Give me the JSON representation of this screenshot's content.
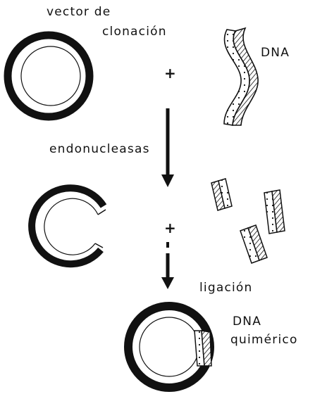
{
  "labels": {
    "vector_line1": "vector de",
    "vector_line2": "clonación",
    "dna_top": "DNA",
    "endonucleasas": "endonucleasas",
    "ligacion": "ligación",
    "dna_bottom_line1": "DNA",
    "dna_bottom_line2": "quimérico"
  },
  "symbols": {
    "plus_top": "+",
    "plus_middle": "+"
  },
  "colors": {
    "ink": "#111111",
    "paper": "#ffffff"
  }
}
